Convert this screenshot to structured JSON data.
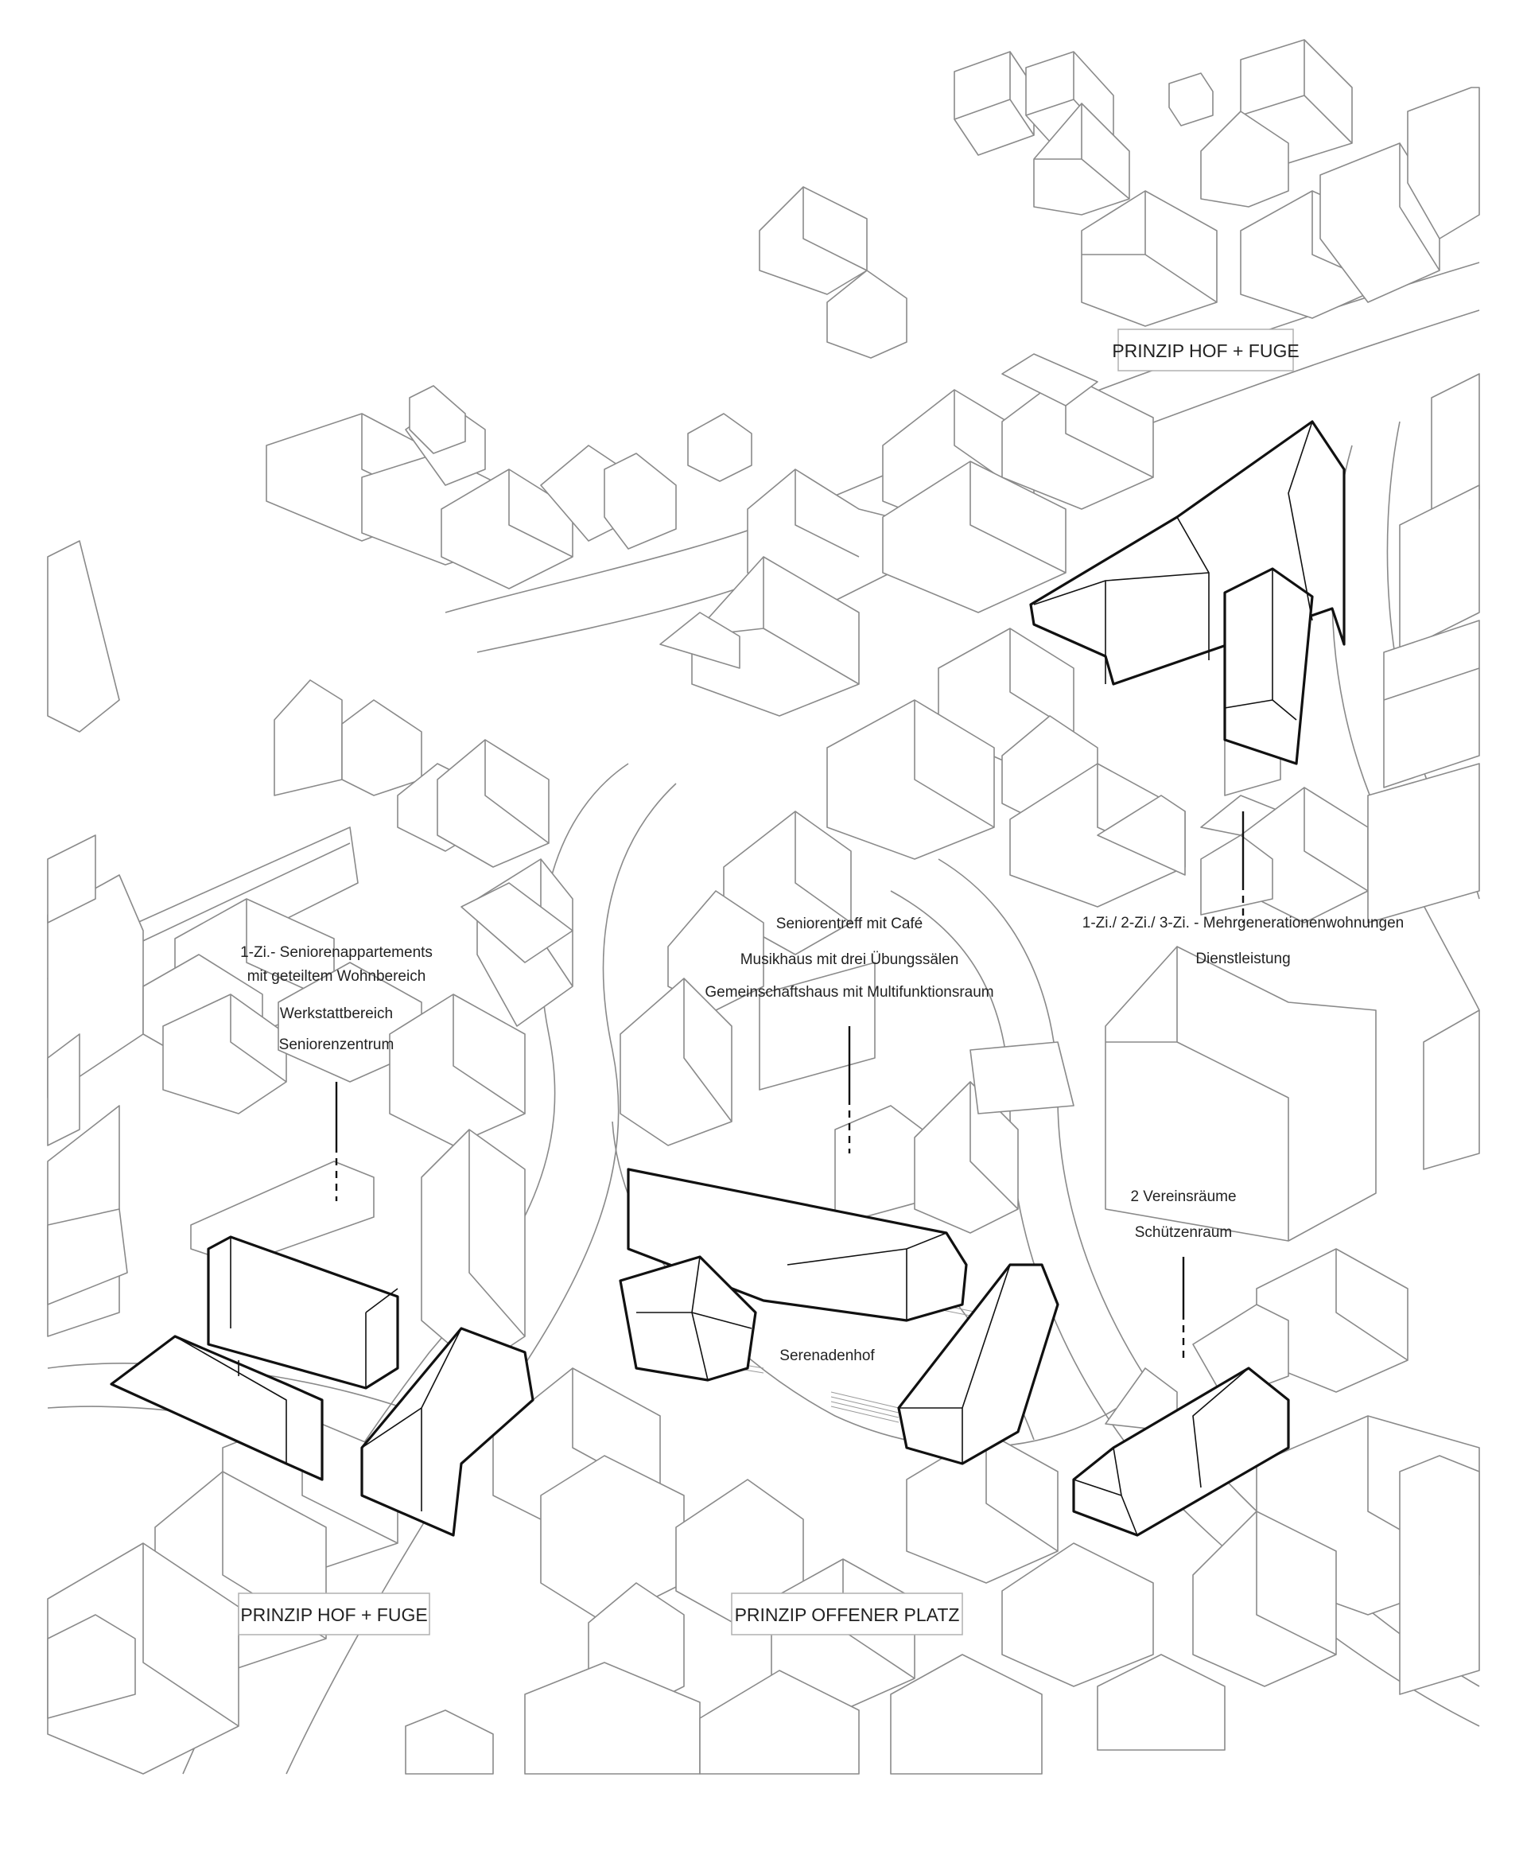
{
  "annotations": {
    "hof_fuge_top": "PRINZIP HOF + FUGE",
    "hof_fuge_bottom": "PRINZIP HOF + FUGE",
    "offener_platz": "PRINZIP OFFENER PLATZ",
    "west_program": [
      "1-Zi.- Seniorenappartements",
      "mit geteiltem Wohnbereich",
      "Werkstattbereich",
      "Seniorenzentrum"
    ],
    "center_program": [
      "Seniorentreff mit Café",
      "Musikhaus mit drei Übungssälen",
      "Gemeinschaftshaus mit Multifunktionsraum"
    ],
    "northeast_program": [
      "1-Zi./ 2-Zi./ 3-Zi. - Mehrgenerationenwohnungen",
      "Dienstleistung"
    ],
    "east_program": [
      "2 Vereinsräume",
      "Schützenraum"
    ],
    "courtyard": "Serenadenhof"
  },
  "colors": {
    "context_lines": "#8a8a8a",
    "new_buildings": "#111111",
    "background": "#ffffff"
  }
}
